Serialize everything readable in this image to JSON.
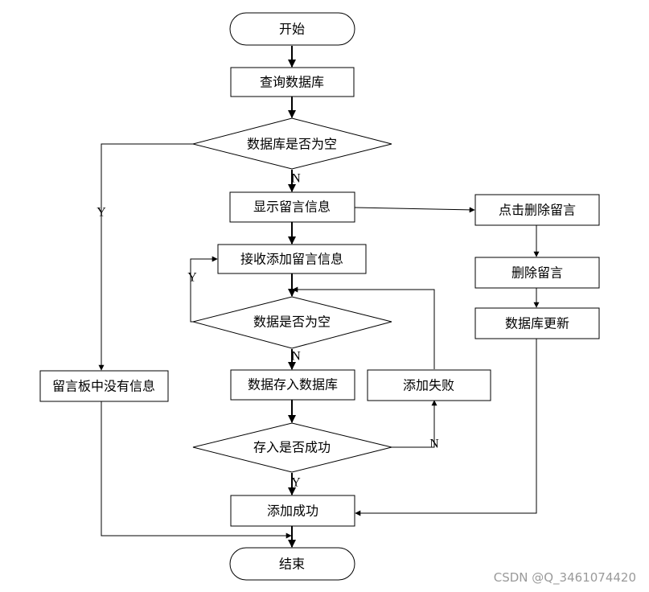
{
  "nodes": {
    "start": "开始",
    "query_db": "查询数据库",
    "db_empty": "数据库是否为空",
    "show_msgs": "显示留言信息",
    "receive_msg": "接收添加留言信息",
    "data_empty": "数据是否为空",
    "store_db": "数据存入数据库",
    "store_ok": "存入是否成功",
    "add_success": "添加成功",
    "end": "结束",
    "no_msgs": "留言板中没有信息",
    "add_fail": "添加失败",
    "click_delete": "点击删除留言",
    "delete_msg": "删除留言",
    "db_update": "数据库更新"
  },
  "edge_labels": {
    "db_empty_no": "N",
    "db_empty_yes": "Y",
    "data_empty_yes": "Y",
    "data_empty_no": "N",
    "store_ok_no": "N",
    "store_ok_yes": "Y"
  },
  "watermark": "CSDN @Q_3461074420"
}
